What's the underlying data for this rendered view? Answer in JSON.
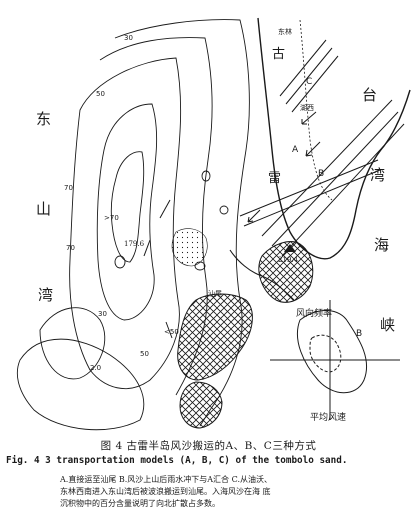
{
  "map": {
    "sea_labels": {
      "dongshan_1": "东",
      "dongshan_2": "山",
      "dongshan_3": "湾",
      "taiwan_1": "台",
      "taiwan_2": "湾",
      "taiwan_3": "海",
      "taiwan_4": "峡"
    },
    "island_labels": {
      "gu": "古",
      "lei": "雷",
      "dongfang": "东林",
      "huxi": "湖西",
      "shanwei": "汕尾"
    },
    "contour_labels": [
      "30",
      "50",
      "70",
      "70",
      "50",
      "30",
      "<50",
      "2.0"
    ],
    "point_labels": {
      "hill_elev": "179.6",
      "peak": "219.4",
      "inner_a": ">70",
      "route_a": "A",
      "route_b": "B",
      "route_c": "C",
      "rose": "B"
    },
    "inset": {
      "label_top": "风向频率",
      "label_bottom": "平均风速"
    },
    "colors": {
      "ink": "#1a1a1a",
      "paper": "#ffffff"
    }
  },
  "caption": {
    "zh_title": "图 4   古雷半岛风沙搬运的A、B、C三种方式",
    "en_title": "Fig. 4   3 transportation models (A, B, C) of the tombolo sand.",
    "note_lines": [
      "A.直接运至汕尾  B.风沙上山后雨水冲下与A汇合  C.从油沃、",
      "东林西南进入东山湾后被波浪搬运到汕尾。入海风沙在海 底",
      "沉积物中的百分含量说明了向北扩散占多数。"
    ]
  }
}
